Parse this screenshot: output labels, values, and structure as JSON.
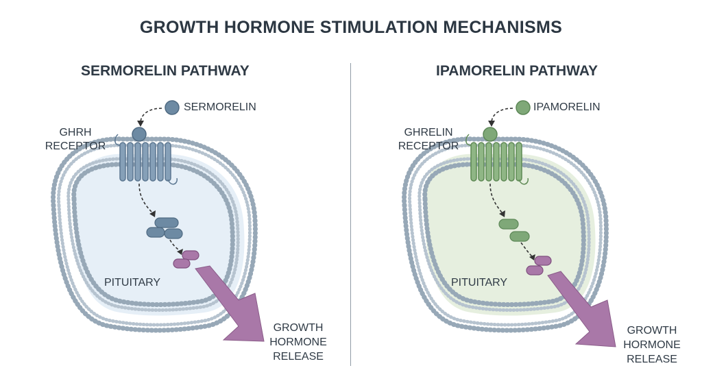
{
  "title": "GROWTH HORMONE STIMULATION MECHANISMS",
  "colors": {
    "membrane": "#97a8b7",
    "sermorelin": "#6d8aa3",
    "ipamorelin": "#7fa878",
    "sermorelin_cell_fill": "#e6eff7",
    "ipamorelin_cell_fill": "#e6efdf",
    "release_arrow": "#a978a8"
  },
  "panels": [
    {
      "pathway_title": "SERMORELIN PATHWAY",
      "ligand": "SERMORELIN",
      "receptor_line1": "GHRH",
      "receptor_line2": "RECEPTOR",
      "cell_label": "PITUITARY",
      "release_line1": "GROWTH",
      "release_line2": "HORMONE",
      "release_line3": "RELEASE"
    },
    {
      "pathway_title": "IPAMORELIN PATHWAY",
      "ligand": "IPAMORELIN",
      "receptor_line1": "GHRELIN",
      "receptor_line2": "RECEPTOR",
      "cell_label": "PITUITARY",
      "release_line1": "GROWTH",
      "release_line2": "HORMONE",
      "release_line3": "RELEASE"
    }
  ]
}
